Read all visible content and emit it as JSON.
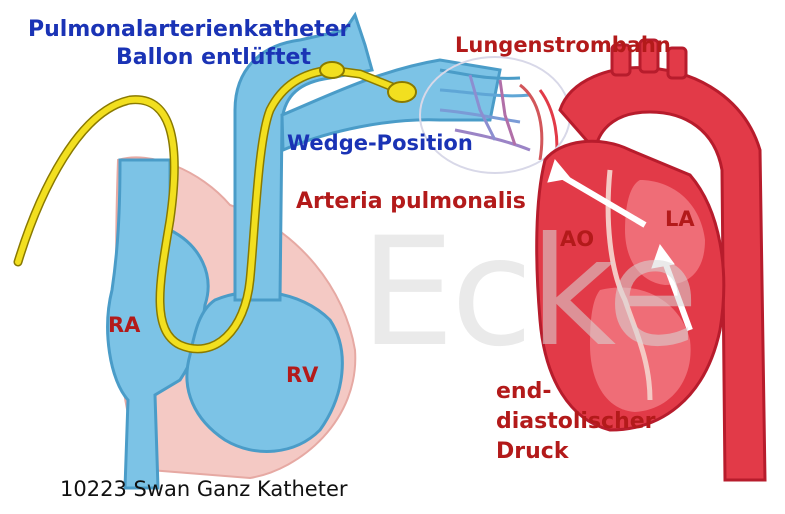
{
  "labels": {
    "catheter_title": "Pulmonalarterienkatheter",
    "balloon_state": "Ballon entlüftet",
    "lung_circulation": "Lungenstrombahn",
    "wedge_position": "Wedge-Position",
    "pulmonary_artery": "Arteria pulmonalis",
    "aorta": "AO",
    "left_atrium": "LA",
    "right_atrium": "RA",
    "right_ventricle": "RV",
    "pressure_line1": "end-",
    "pressure_line2": "diastolischer",
    "pressure_line3": "Druck",
    "caption": "10223 Swan Ganz Katheter",
    "watermark": "Ecke"
  },
  "colors": {
    "right_heart_blue": "#7cc3e6",
    "right_heart_outline": "#4a9cc8",
    "tissue_pink": "#f4c9c4",
    "left_heart_red": "#e23a48",
    "left_heart_dark": "#b71c2c",
    "catheter_yellow": "#f2df1f",
    "label_blue": "#1a33b5",
    "label_red": "#b31a1a"
  }
}
